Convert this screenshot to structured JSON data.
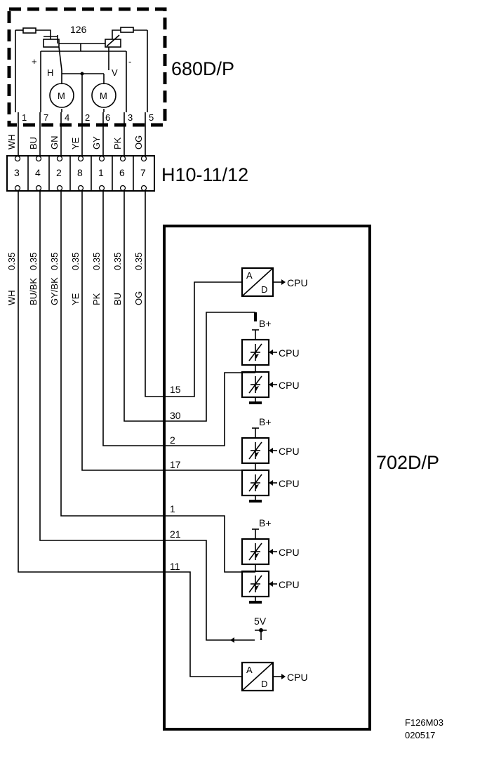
{
  "actuator": {
    "label": "680D/P",
    "part_number": "126",
    "plus": "+",
    "minus": "-",
    "h_label": "H",
    "v_label": "V",
    "motor_label": "M",
    "pins": [
      "1",
      "7",
      "4",
      "2",
      "6",
      "3",
      "5"
    ],
    "wire_colors": [
      "WH",
      "BU",
      "GN",
      "YE",
      "GY",
      "PK",
      "OG"
    ]
  },
  "connector": {
    "label": "H10-11/12",
    "pins": [
      "3",
      "4",
      "2",
      "8",
      "1",
      "6",
      "7"
    ]
  },
  "harness_wires": [
    {
      "color": "WH",
      "size": "0.35"
    },
    {
      "color": "BU/BK",
      "size": "0.35"
    },
    {
      "color": "GY/BK",
      "size": "0.35"
    },
    {
      "color": "YE",
      "size": "0.35"
    },
    {
      "color": "PK",
      "size": "0.35"
    },
    {
      "color": "BU",
      "size": "0.35"
    },
    {
      "color": "OG",
      "size": "0.35"
    }
  ],
  "ecu": {
    "label": "702D/P",
    "pins": [
      "15",
      "30",
      "2",
      "17",
      "1",
      "21",
      "11"
    ],
    "supply": "B+",
    "sensor_supply": "5V",
    "cpu": "CPU",
    "ad_a": "A",
    "ad_d": "D"
  },
  "footer": {
    "code": "F126M03",
    "date": "020517"
  }
}
